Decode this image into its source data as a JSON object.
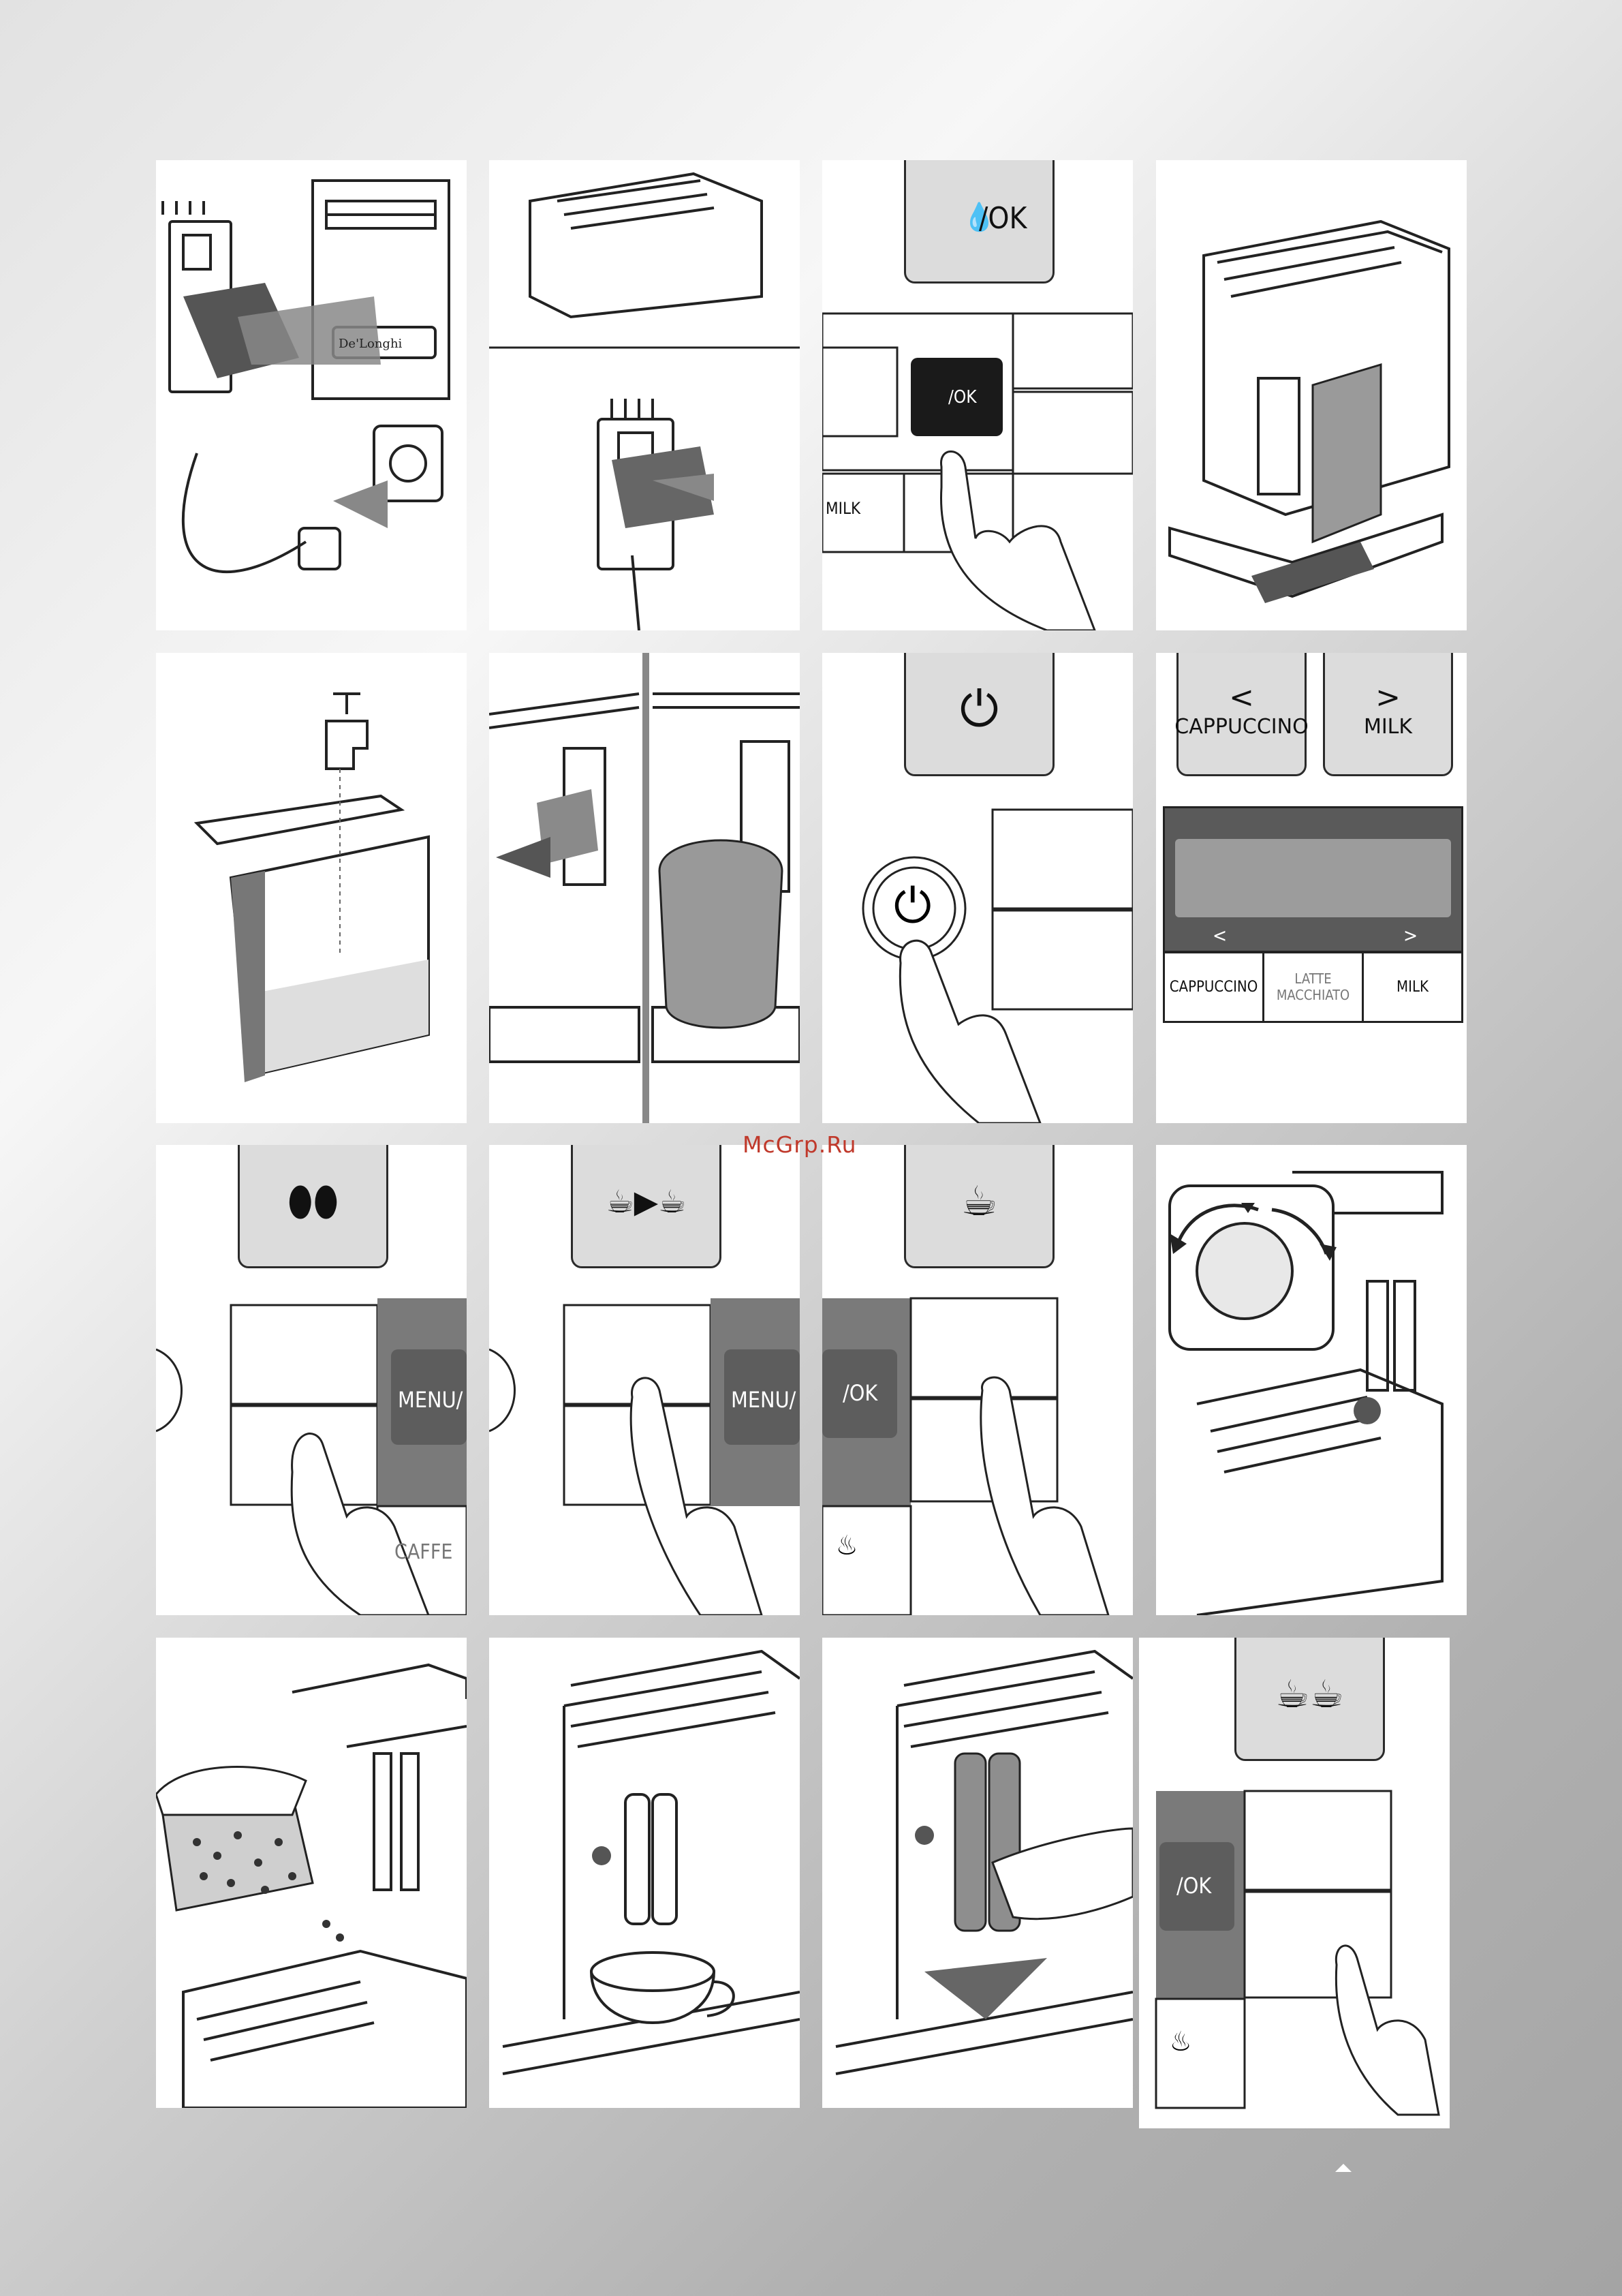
{
  "watermark": "McGrp.Ru",
  "labels": {
    "drops_ok": "/OK",
    "ok_short": "/OK",
    "cappuccino": "CAPPUCCINO",
    "milk": "MILK",
    "latte_line1": "LATTE",
    "latte_line2": "MACCHIATO",
    "menu": "MENU/",
    "caffe": "CAFFE",
    "milk_small": "MILK",
    "arrow_left": "<",
    "arrow_right": ">",
    "screen_left": "<",
    "screen_right": ">"
  },
  "icons": [
    "drops-icon",
    "power-icon",
    "beans-icon",
    "cup-icon",
    "double-cup-icon",
    "cup-transfer-icon",
    "steam-icon",
    "hand-pointer-icon"
  ],
  "colors": {
    "panel_bg": "#ffffff",
    "button_bg": "#dcdcdc",
    "dark_key": "#1a1a1a",
    "menu_gray": "#6f6f6f",
    "watermark": "#c0392b"
  }
}
